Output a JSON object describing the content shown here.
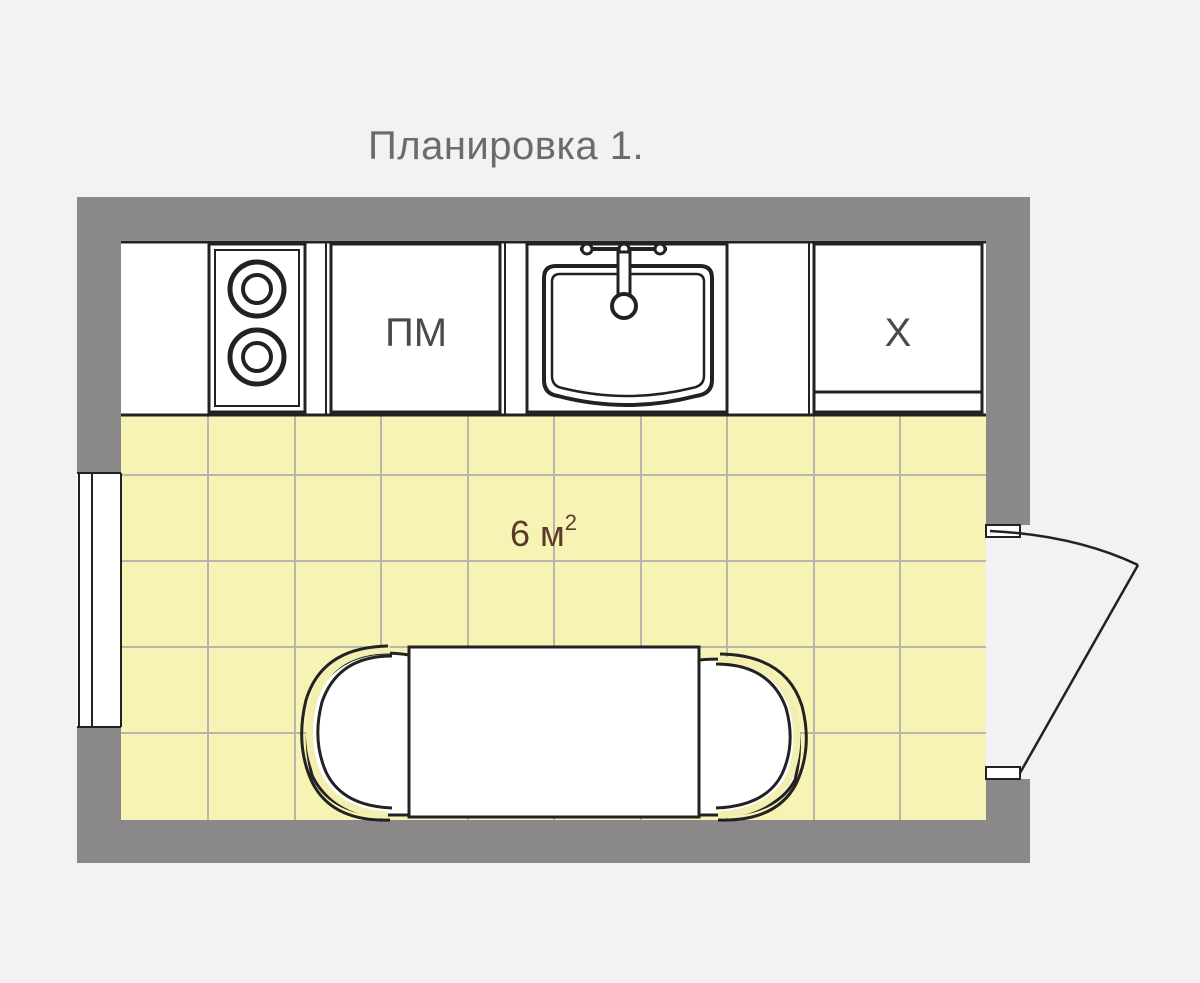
{
  "title": "Планировка 1.",
  "area": {
    "value": "6 м",
    "sup": "2"
  },
  "fixtures": {
    "dishwasher_label": "ПМ",
    "fridge_label": "Х"
  },
  "colors": {
    "background": "#f3f1f4",
    "wall": "#8a8889",
    "floor": "#f7f3b4",
    "grid": "#b9b6ae",
    "furniture": "#ffffff",
    "outline": "#222222",
    "area_text": "#5a3a2a",
    "chair_accent": "#f3efb0"
  },
  "icons": [
    "stove-icon",
    "sink-icon",
    "door-icon",
    "window-icon",
    "chair-icon"
  ]
}
